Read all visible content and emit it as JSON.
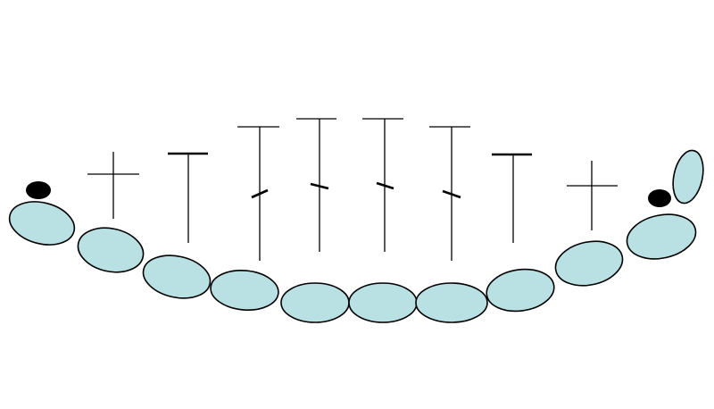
{
  "colors": {
    "bead_fill": "#b9e0e3",
    "outline": "#000000",
    "dot": "#000000",
    "background": "#ffffff"
  },
  "stitch_sequence": [
    "cross",
    "bar",
    "bar-slash",
    "bar-slash",
    "bar-slash",
    "bar-slash",
    "bar",
    "cross"
  ]
}
